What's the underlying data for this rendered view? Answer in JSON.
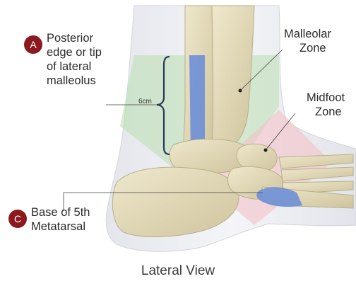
{
  "labels": {
    "marker_a": "A",
    "posterior_line1": "Posterior",
    "posterior_line2": "edge or tip",
    "posterior_line3": "of lateral",
    "posterior_line4": "malleolus",
    "malleolar_line1": "Malleolar",
    "malleolar_line2": "Zone",
    "midfoot_line1": "Midfoot",
    "midfoot_line2": "Zone",
    "measure": "6cm",
    "marker_c": "C",
    "base_line1": "Base of 5th",
    "base_line2": "Metatarsal",
    "caption": "Lateral View"
  },
  "colors": {
    "marker": "#8b1a1f",
    "malleolar_zone": "#b9dfae",
    "midfoot_zone": "#f3c2c8",
    "highlight_bone": "#6d8fd6",
    "bone": "#e4dcbc",
    "skin": "#e9ebf0"
  }
}
